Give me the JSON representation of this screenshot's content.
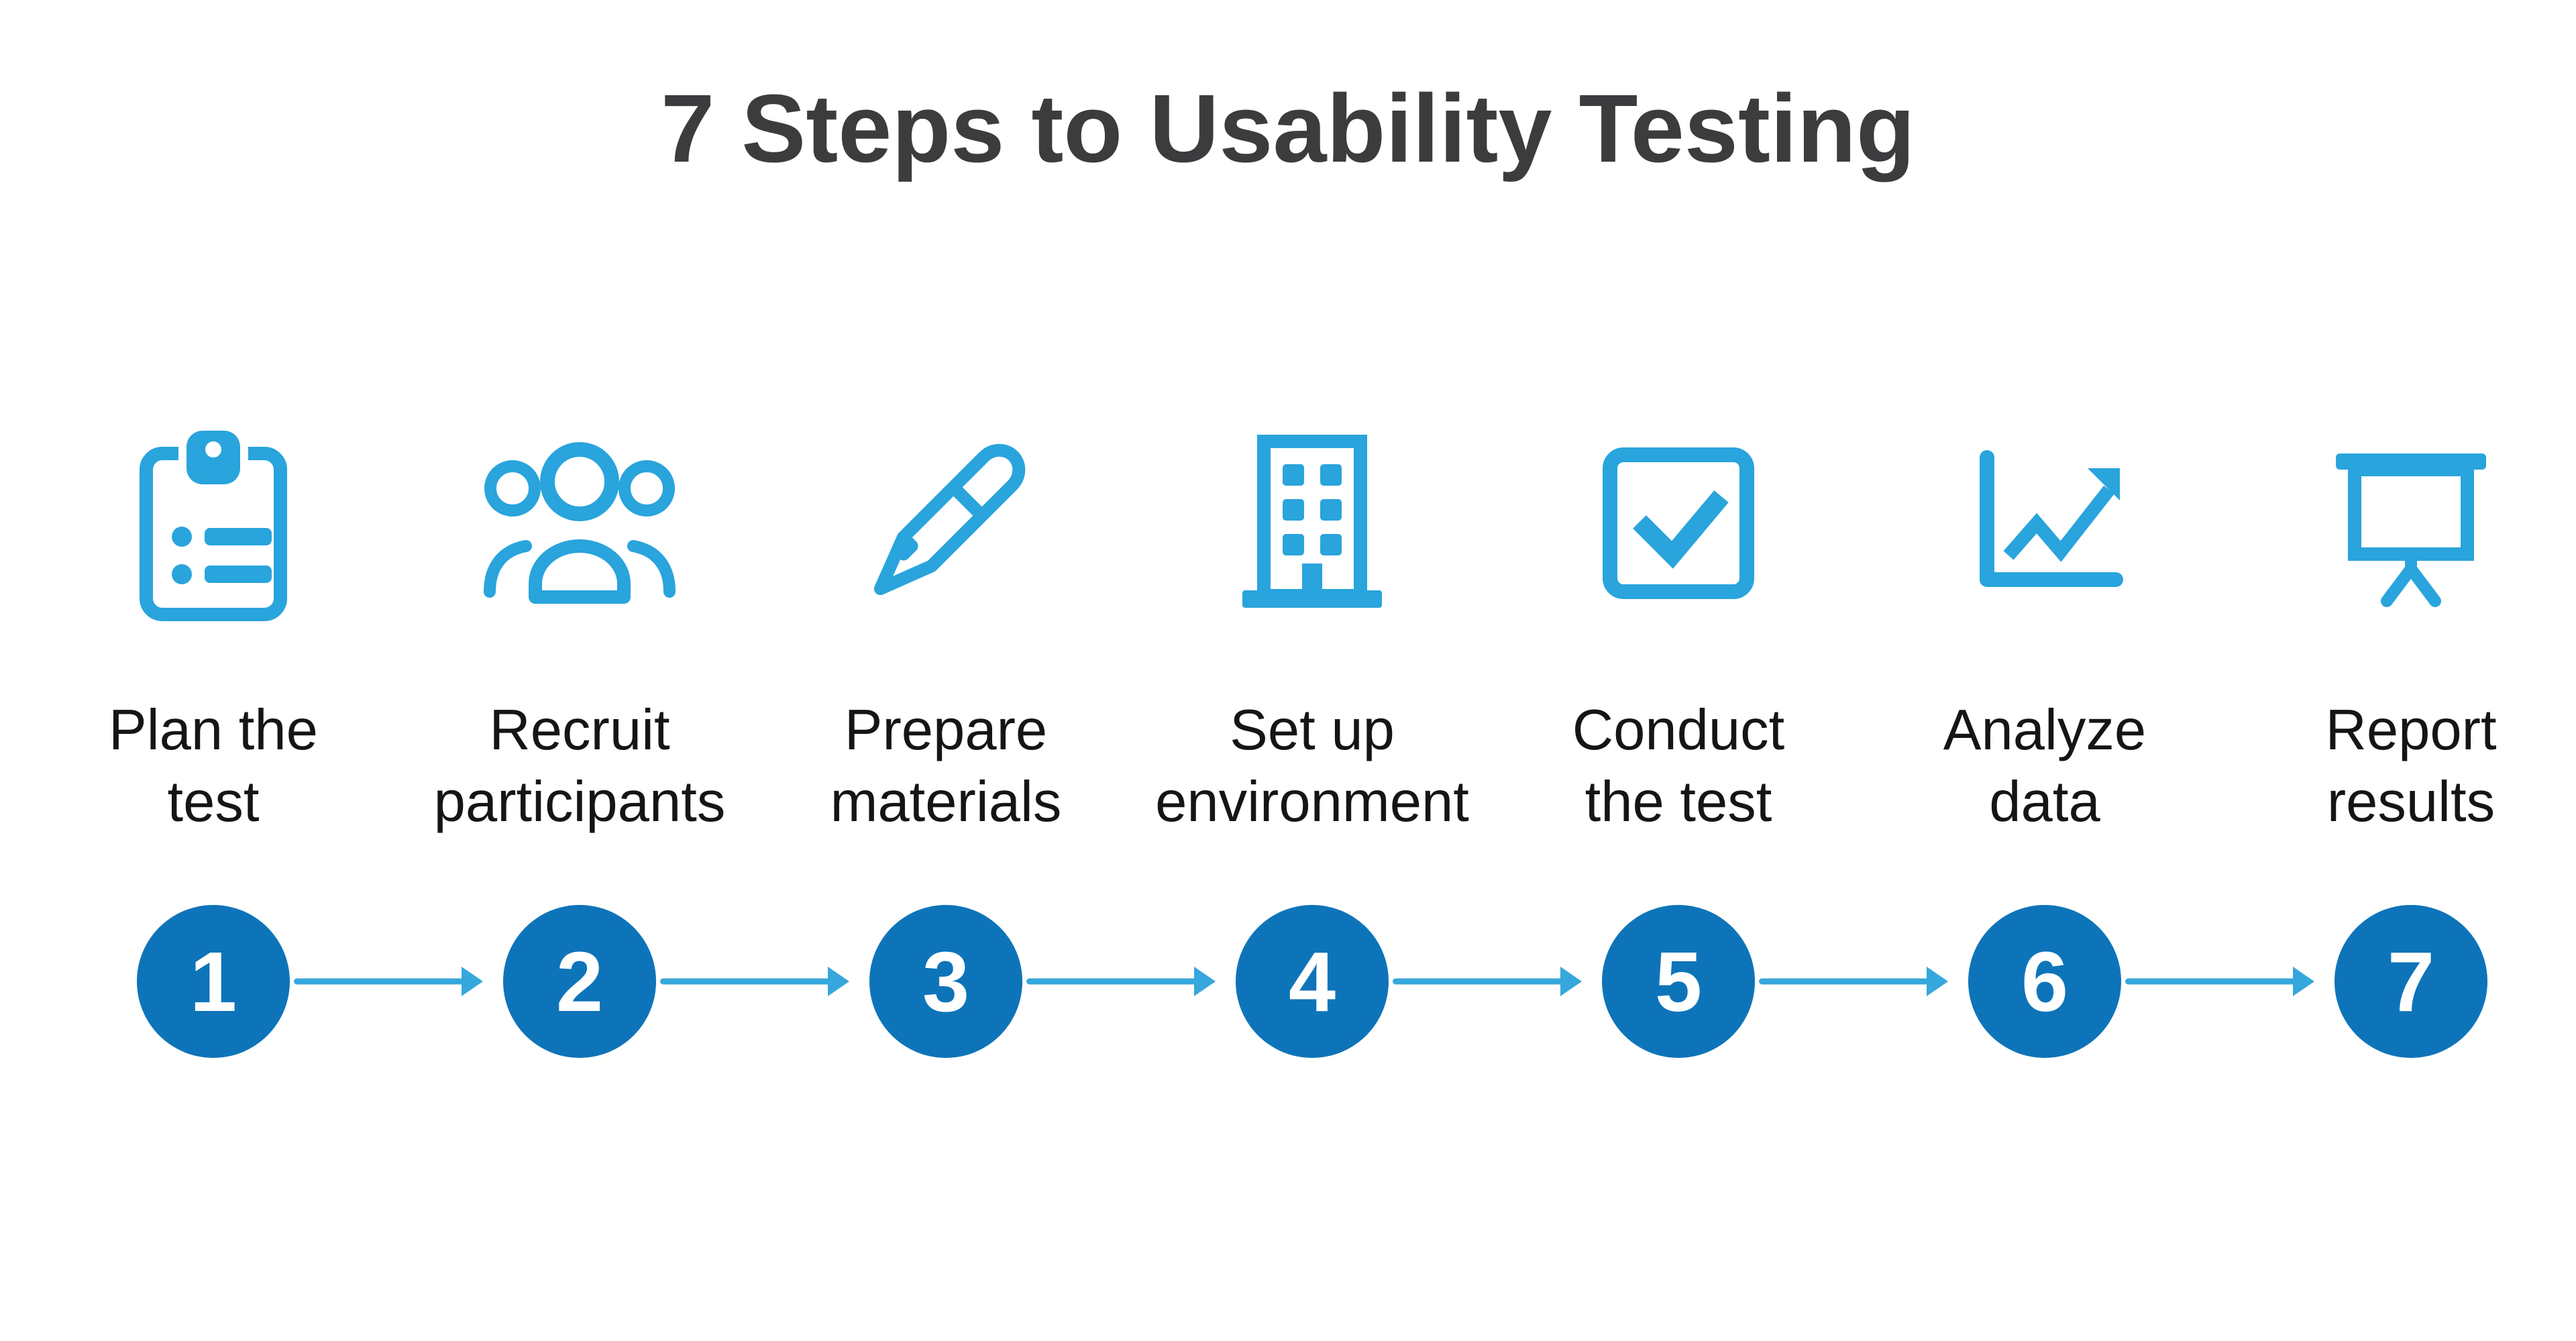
{
  "title": "7 Steps to Usability Testing",
  "palette": {
    "icon_blue": "#29A4DC",
    "arrow_blue": "#36A7DC",
    "circle_blue": "#0E74B9",
    "title_color": "#3C3C3E",
    "label_color": "#151515",
    "background": "#FFFFFF"
  },
  "steps": [
    {
      "number": "1",
      "label_line1": "Plan the",
      "label_line2": "test",
      "icon": "clipboard-checklist-icon"
    },
    {
      "number": "2",
      "label_line1": "Recruit",
      "label_line2": "participants",
      "icon": "participants-group-icon"
    },
    {
      "number": "3",
      "label_line1": "Prepare",
      "label_line2": "materials",
      "icon": "pencil-icon"
    },
    {
      "number": "4",
      "label_line1": "Set up",
      "label_line2": "environment",
      "icon": "building-icon"
    },
    {
      "number": "5",
      "label_line1": "Conduct",
      "label_line2": "the test",
      "icon": "checkbox-checked-icon"
    },
    {
      "number": "6",
      "label_line1": "Analyze",
      "label_line2": "data",
      "icon": "trend-chart-icon"
    },
    {
      "number": "7",
      "label_line1": "Report",
      "label_line2": "results",
      "icon": "presentation-board-icon"
    }
  ]
}
